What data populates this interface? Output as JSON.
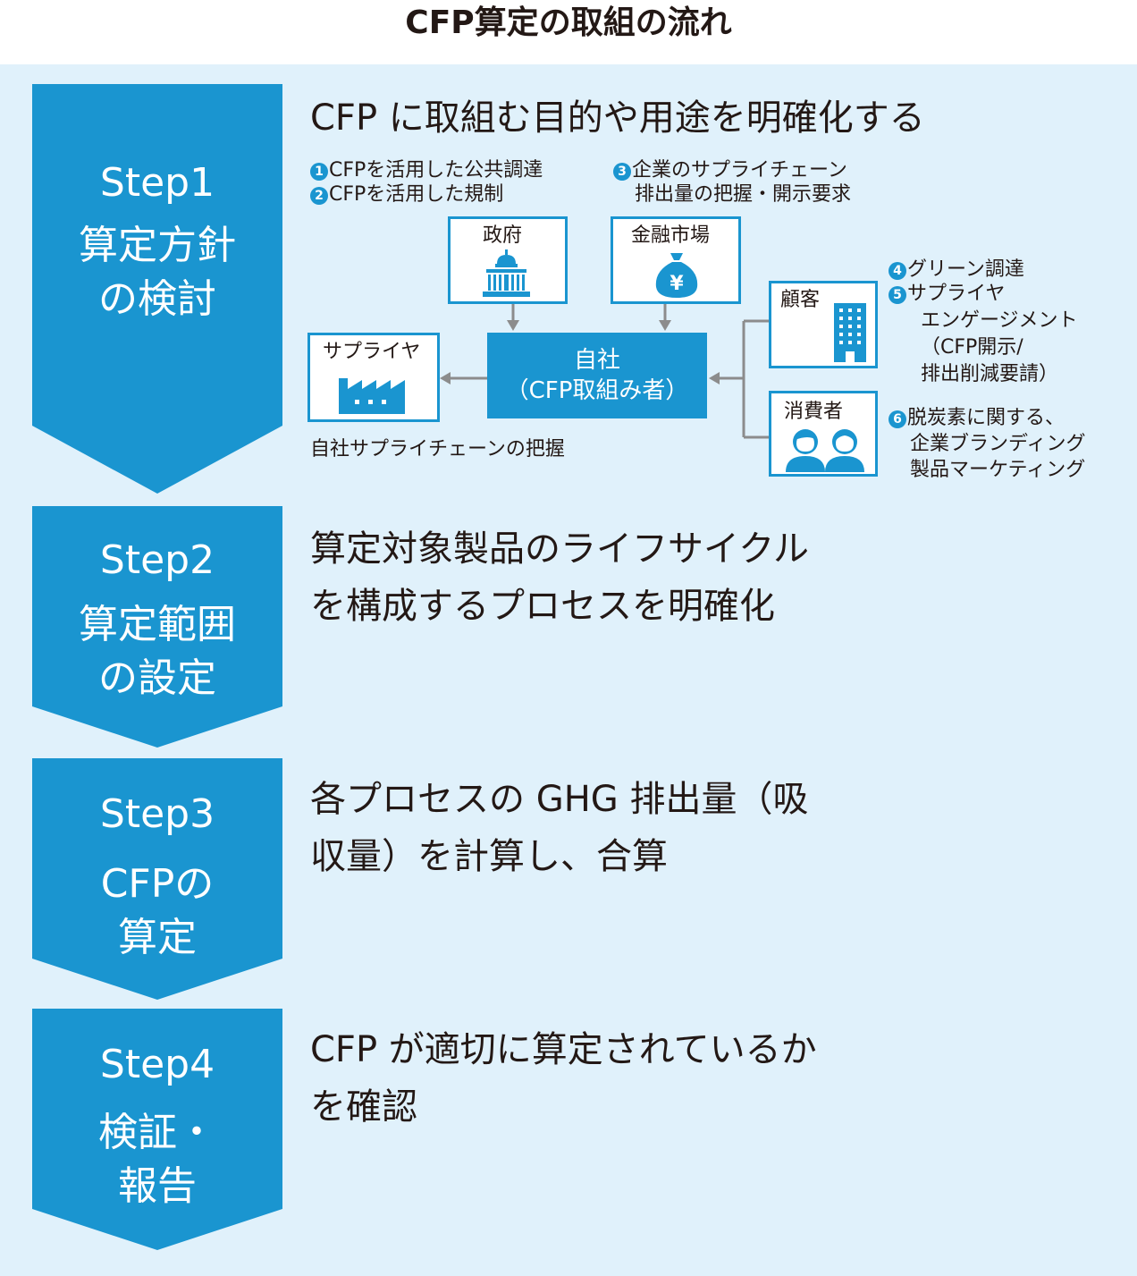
{
  "title": "CFP算定の取組の流れ",
  "colors": {
    "accent": "#1a95d0",
    "panel_bg": "#e0f1fb",
    "text": "#231815",
    "connector": "#8c8c8c"
  },
  "steps": [
    {
      "step": "Step1",
      "line1": "算定方針",
      "line2": "の検討",
      "heading": "CFP に取組む目的や用途を明確化する"
    },
    {
      "step": "Step2",
      "line1": "算定範囲",
      "line2": "の設定",
      "heading": "算定対象製品のライフサイクル\nを構成するプロセスを明確化"
    },
    {
      "step": "Step3",
      "line1": "CFPの",
      "line2": "算定",
      "heading": "各プロセスの GHG 排出量（吸\n収量）を計算し、合算"
    },
    {
      "step": "Step4",
      "line1": "検証・",
      "line2": "報告",
      "heading": "CFP が適切に算定されているか\nを確認"
    }
  ],
  "diagram": {
    "notes_left": [
      {
        "num": "1",
        "text": "CFPを活用した公共調達"
      },
      {
        "num": "2",
        "text": "CFPを活用した規制"
      }
    ],
    "notes_mid": {
      "num": "3",
      "text": "企業のサプライチェーン",
      "text2": "排出量の把握・開示要求"
    },
    "notes_right_top": [
      {
        "num": "4",
        "text": "グリーン調達"
      },
      {
        "num": "5",
        "text": "サプライヤ",
        "cont": [
          "エンゲージメント",
          "（CFP開示/",
          "排出削減要請）"
        ]
      }
    ],
    "notes_right_bottom": {
      "num": "6",
      "text": "脱炭素に関する、",
      "cont": [
        "企業ブランディング",
        "製品マーケティング"
      ]
    },
    "government": {
      "label": "政府",
      "icon": "government-building-icon"
    },
    "finance": {
      "label": "金融市場",
      "icon": "money-bag-icon",
      "symbol": "¥"
    },
    "customer": {
      "label": "顧客",
      "icon": "office-building-icon"
    },
    "consumer": {
      "label": "消費者",
      "icon": "people-icon"
    },
    "supplier": {
      "label": "サプライヤ",
      "icon": "factory-icon"
    },
    "self": {
      "line1": "自社",
      "line2": "（CFP取組み者）"
    },
    "supply_chain_caption": "自社サプライチェーンの把握"
  }
}
